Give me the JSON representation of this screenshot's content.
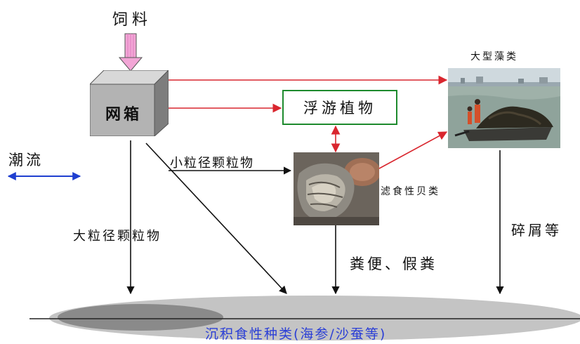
{
  "labels": {
    "feed": "饲料",
    "cage": "网箱",
    "phytoplankton": "浮游植物",
    "macroalgae": "大型藻类",
    "current": "潮流",
    "small_particles": "小粒径颗粒物",
    "filter_feeders": "滤食性贝类",
    "large_particles": "大粒径颗粒物",
    "feces": "粪便、假粪",
    "detritus": "碎屑等",
    "deposit_feeders": "沉积食性种类(海参/沙蚕等)"
  },
  "colors": {
    "red_arrow": "#d9262e",
    "black_arrow": "#111111",
    "current_arrow": "#1f3fd0",
    "feed_arrow_fill": "#f2a6d6",
    "phyto_border": "#1d8a2d",
    "seabed_text": "#2b3fd6"
  },
  "icons": {
    "oyster_photo": "oyster-photo",
    "seaweed_boat_photo": "seaweed-boat-photo"
  }
}
